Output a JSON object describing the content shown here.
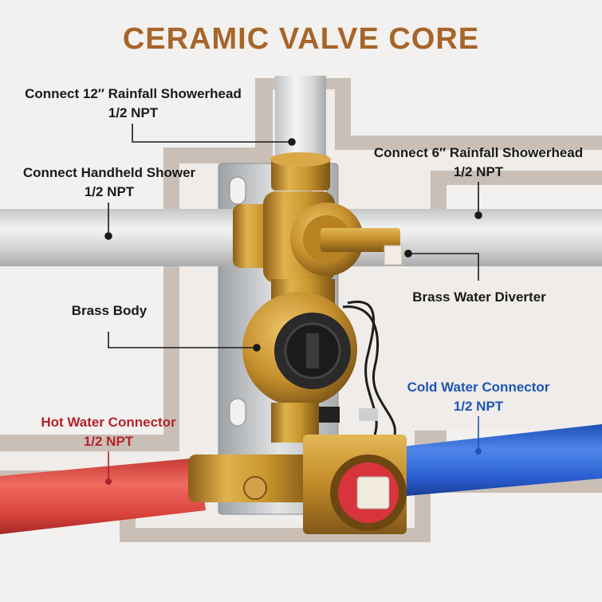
{
  "title": "CERAMIC VALVE CORE",
  "labels": {
    "rainfall12": {
      "line1": "Connect 12″ Rainfall Showerhead",
      "line2": "1/2 NPT"
    },
    "rainfall6": {
      "line1": "Connect 6″ Rainfall Showerhead",
      "line2": "1/2 NPT"
    },
    "handheld": {
      "line1": "Connect Handheld Shower",
      "line2": "1/2 NPT"
    },
    "diverter": {
      "line1": "Brass Water Diverter"
    },
    "body": {
      "line1": "Brass Body"
    },
    "cold": {
      "line1": "Cold Water Connector",
      "line2": "1/2 NPT"
    },
    "hot": {
      "line1": "Hot Water Connector",
      "line2": "1/2 NPT"
    }
  },
  "colors": {
    "title": "#a6652a",
    "hot": "#b3222b",
    "cold": "#1f55b5",
    "brass": "#c9972f",
    "pipe": "#d2d4d6"
  }
}
